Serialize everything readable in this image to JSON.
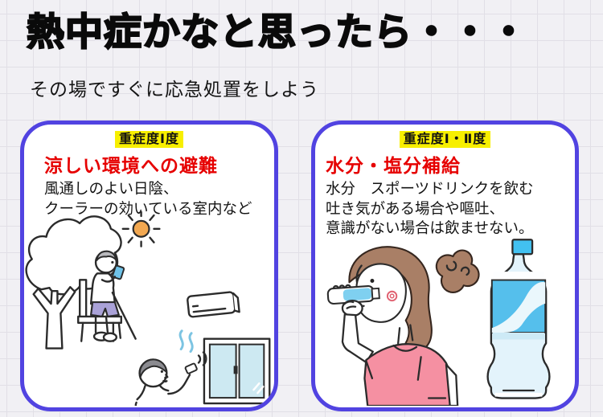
{
  "header": {
    "title": "熱中症かなと思ったら・・・",
    "subtitle": "その場ですぐに応急処置をしよう"
  },
  "cards": [
    {
      "badge": "重症度Ⅰ度",
      "title": "涼しい環境への避難",
      "lines": [
        "風通しのよい日陰、",
        "クーラーの効いている室内など"
      ],
      "illustration": {
        "name": "cool-environment-illustration",
        "icons": [
          "tree-icon",
          "sun-icon",
          "seated-person-drinking-icon",
          "air-conditioner-icon",
          "cool-air-icon",
          "window-icon",
          "person-with-remote-icon"
        ]
      }
    },
    {
      "badge": "重症度Ⅰ・Ⅱ度",
      "title": "水分・塩分補給",
      "lines": [
        "水分　スポーツドリンクを飲む",
        "吐き気がある場合や嘔吐、",
        "意識がない場合は飲ませない。"
      ],
      "illustration": {
        "name": "hydration-illustration",
        "icons": [
          "woman-drinking-icon",
          "sports-drink-bottle-icon"
        ]
      }
    }
  ],
  "colors": {
    "background": "#f1f0f4",
    "grid_line": "#e1dfe6",
    "card_border": "#5143e1",
    "card_bg": "#ffffff",
    "badge_bg": "#f7ef00",
    "badge_text": "#111111",
    "heading_red": "#e60000",
    "body_text": "#141414",
    "title_black": "#0a0a0a"
  }
}
